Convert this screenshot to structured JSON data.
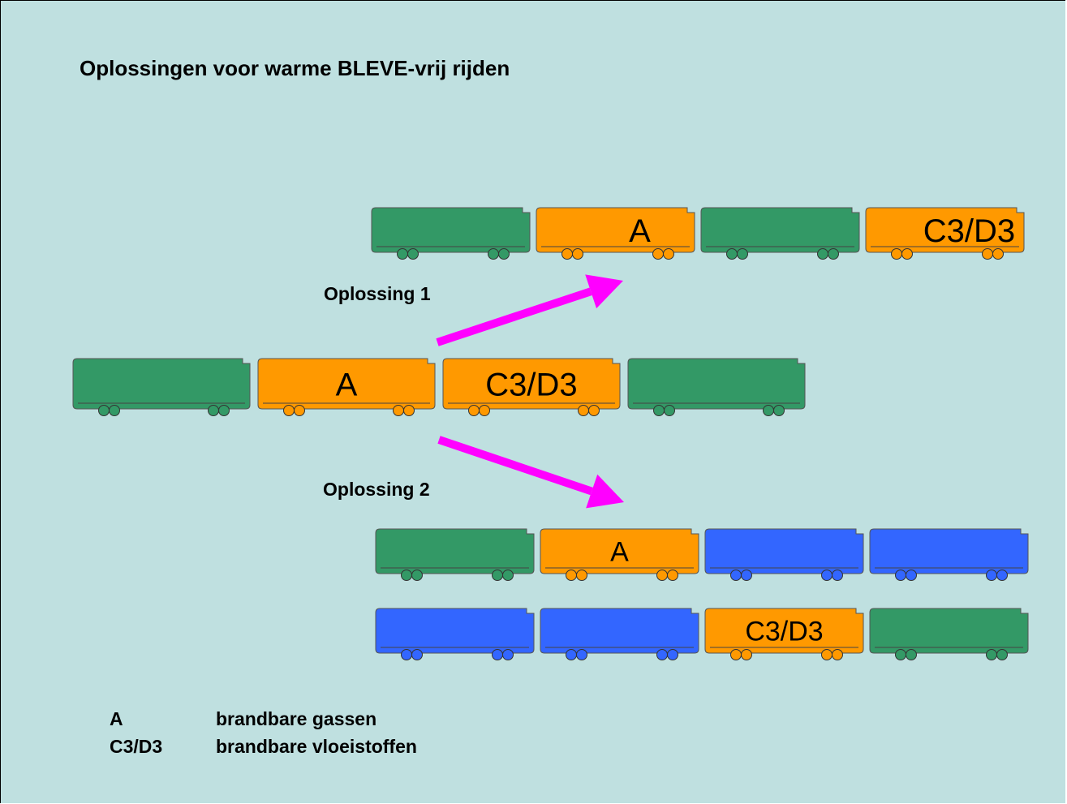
{
  "title": "Oplossingen voor warme BLEVE-vrij rijden",
  "solutions": [
    {
      "label": "Oplossing 1"
    },
    {
      "label": "Oplossing 2"
    }
  ],
  "colors": {
    "background": "#bfe0e0",
    "green": "#339966",
    "orange": "#ff9900",
    "blue": "#3366ff",
    "arrow": "#ff00ff"
  },
  "trains": [
    {
      "id": "original",
      "wagons": [
        {
          "color": "green",
          "label": ""
        },
        {
          "color": "orange",
          "label": "A"
        },
        {
          "color": "orange",
          "label": "C3/D3"
        },
        {
          "color": "green",
          "label": ""
        }
      ]
    },
    {
      "id": "oplossing-1",
      "wagons": [
        {
          "color": "green",
          "label": ""
        },
        {
          "color": "orange",
          "label": "A"
        },
        {
          "color": "green",
          "label": ""
        },
        {
          "color": "orange",
          "label": "C3/D3"
        }
      ]
    },
    {
      "id": "oplossing-2-train-a",
      "wagons": [
        {
          "color": "green",
          "label": ""
        },
        {
          "color": "orange",
          "label": "A"
        },
        {
          "color": "blue",
          "label": ""
        },
        {
          "color": "blue",
          "label": ""
        }
      ]
    },
    {
      "id": "oplossing-2-train-b",
      "wagons": [
        {
          "color": "blue",
          "label": ""
        },
        {
          "color": "blue",
          "label": ""
        },
        {
          "color": "orange",
          "label": "C3/D3"
        },
        {
          "color": "green",
          "label": ""
        }
      ]
    }
  ],
  "legend": [
    {
      "code": "A",
      "description": "brandbare gassen"
    },
    {
      "code": "C3/D3",
      "description": "brandbare vloeistoffen"
    }
  ]
}
